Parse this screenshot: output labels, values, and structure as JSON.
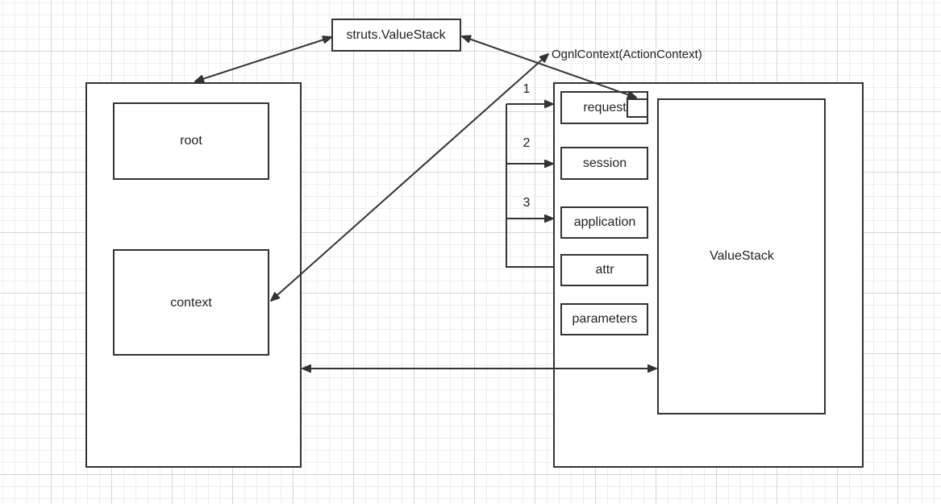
{
  "nodes": {
    "struts_valuestack": "struts.ValueStack",
    "ognl_context": "OgnlContext(ActionContext)",
    "root": "root",
    "context": "context",
    "request": "request",
    "session": "session",
    "application": "application",
    "attr": "attr",
    "parameters": "parameters",
    "valuestack": "ValueStack"
  },
  "numbers": {
    "one": "1",
    "two": "2",
    "three": "3"
  },
  "colors": {
    "stroke": "#333333",
    "grid_major": "#d6d6d6",
    "grid_minor": "#eeeeee",
    "background": "#ffffff"
  }
}
